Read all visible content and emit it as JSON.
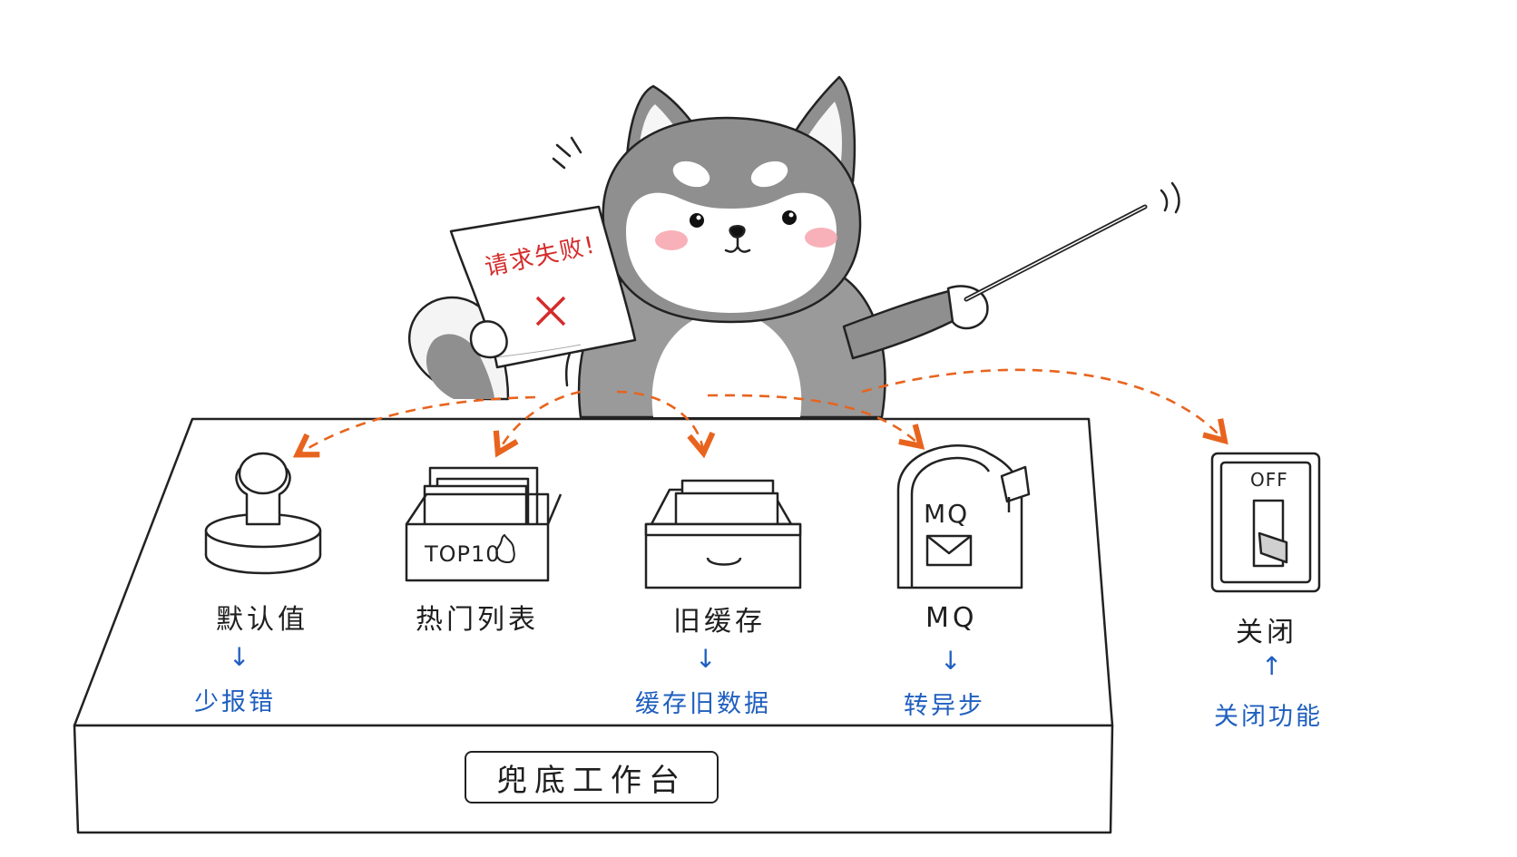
{
  "paper": {
    "text": "请求失败!"
  },
  "tools": {
    "stamp": {
      "label": "默认值",
      "effect": "少报错"
    },
    "hotlist": {
      "label": "热门列表",
      "box_text": "TOP10"
    },
    "cache": {
      "label": "旧缓存",
      "effect": "缓存旧数据"
    },
    "mq": {
      "label": "MQ",
      "box_text": "MQ",
      "effect": "转异步"
    },
    "switch": {
      "label": "关闭",
      "switch_text": "OFF",
      "effect": "关闭功能"
    }
  },
  "workbench": {
    "title": "兜底工作台"
  },
  "arrows": {
    "down": "↓",
    "up": "↑"
  },
  "colors": {
    "accent_orange": "#e8641e",
    "label_blue": "#1f5fbf",
    "error_red": "#d52b2b",
    "fur_gray": "#8f8f8f",
    "ink": "#222222"
  }
}
